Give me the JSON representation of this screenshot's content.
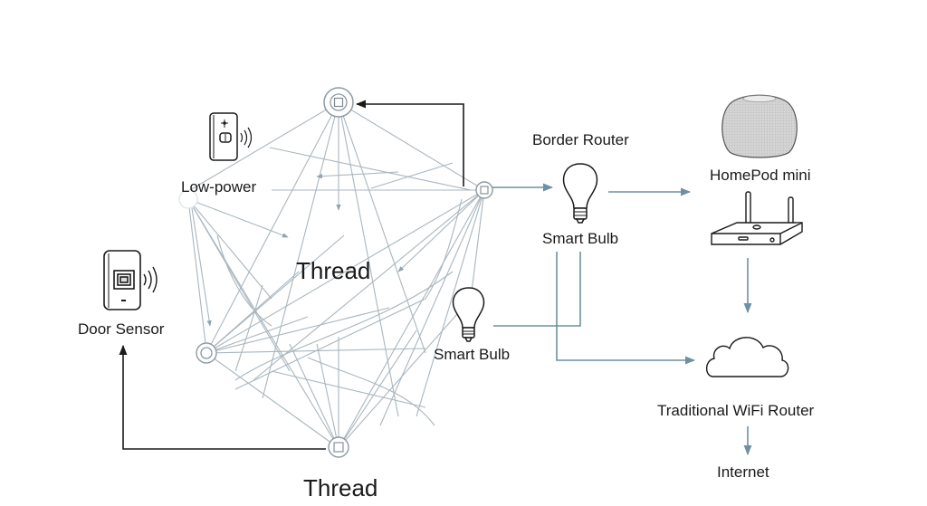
{
  "title": "Thread mesh network with border router",
  "labels": {
    "low_power": "Low-power",
    "door_sensor": "Door Sensor",
    "thread_center": "Thread",
    "thread_bottom": "Thread",
    "border_router": "Border Router",
    "smart_bulb_top": "Smart Bulb",
    "smart_bulb_mid": "Smart Bulb",
    "homepod_mini": "HomePod mini",
    "wifi_router": "Traditional WiFi Router",
    "internet": "Internet"
  },
  "nodes": [
    {
      "id": "top",
      "shape": "square"
    },
    {
      "id": "right",
      "shape": "square"
    },
    {
      "id": "left-top",
      "shape": "faded"
    },
    {
      "id": "left-bottom",
      "shape": "circle"
    },
    {
      "id": "bottom",
      "shape": "square"
    }
  ],
  "icons": [
    "low-power-device-icon",
    "door-sensor-icon",
    "smart-bulb-icon",
    "homepod-mini-icon",
    "wifi-router-icon",
    "cloud-icon"
  ],
  "colors": {
    "mesh_line": "#a9b6bf",
    "flow_line": "#6f8fa3",
    "dark_line": "#1a1a1a",
    "text": "#1a1a1a",
    "node_stroke": "#8d9aa3"
  }
}
